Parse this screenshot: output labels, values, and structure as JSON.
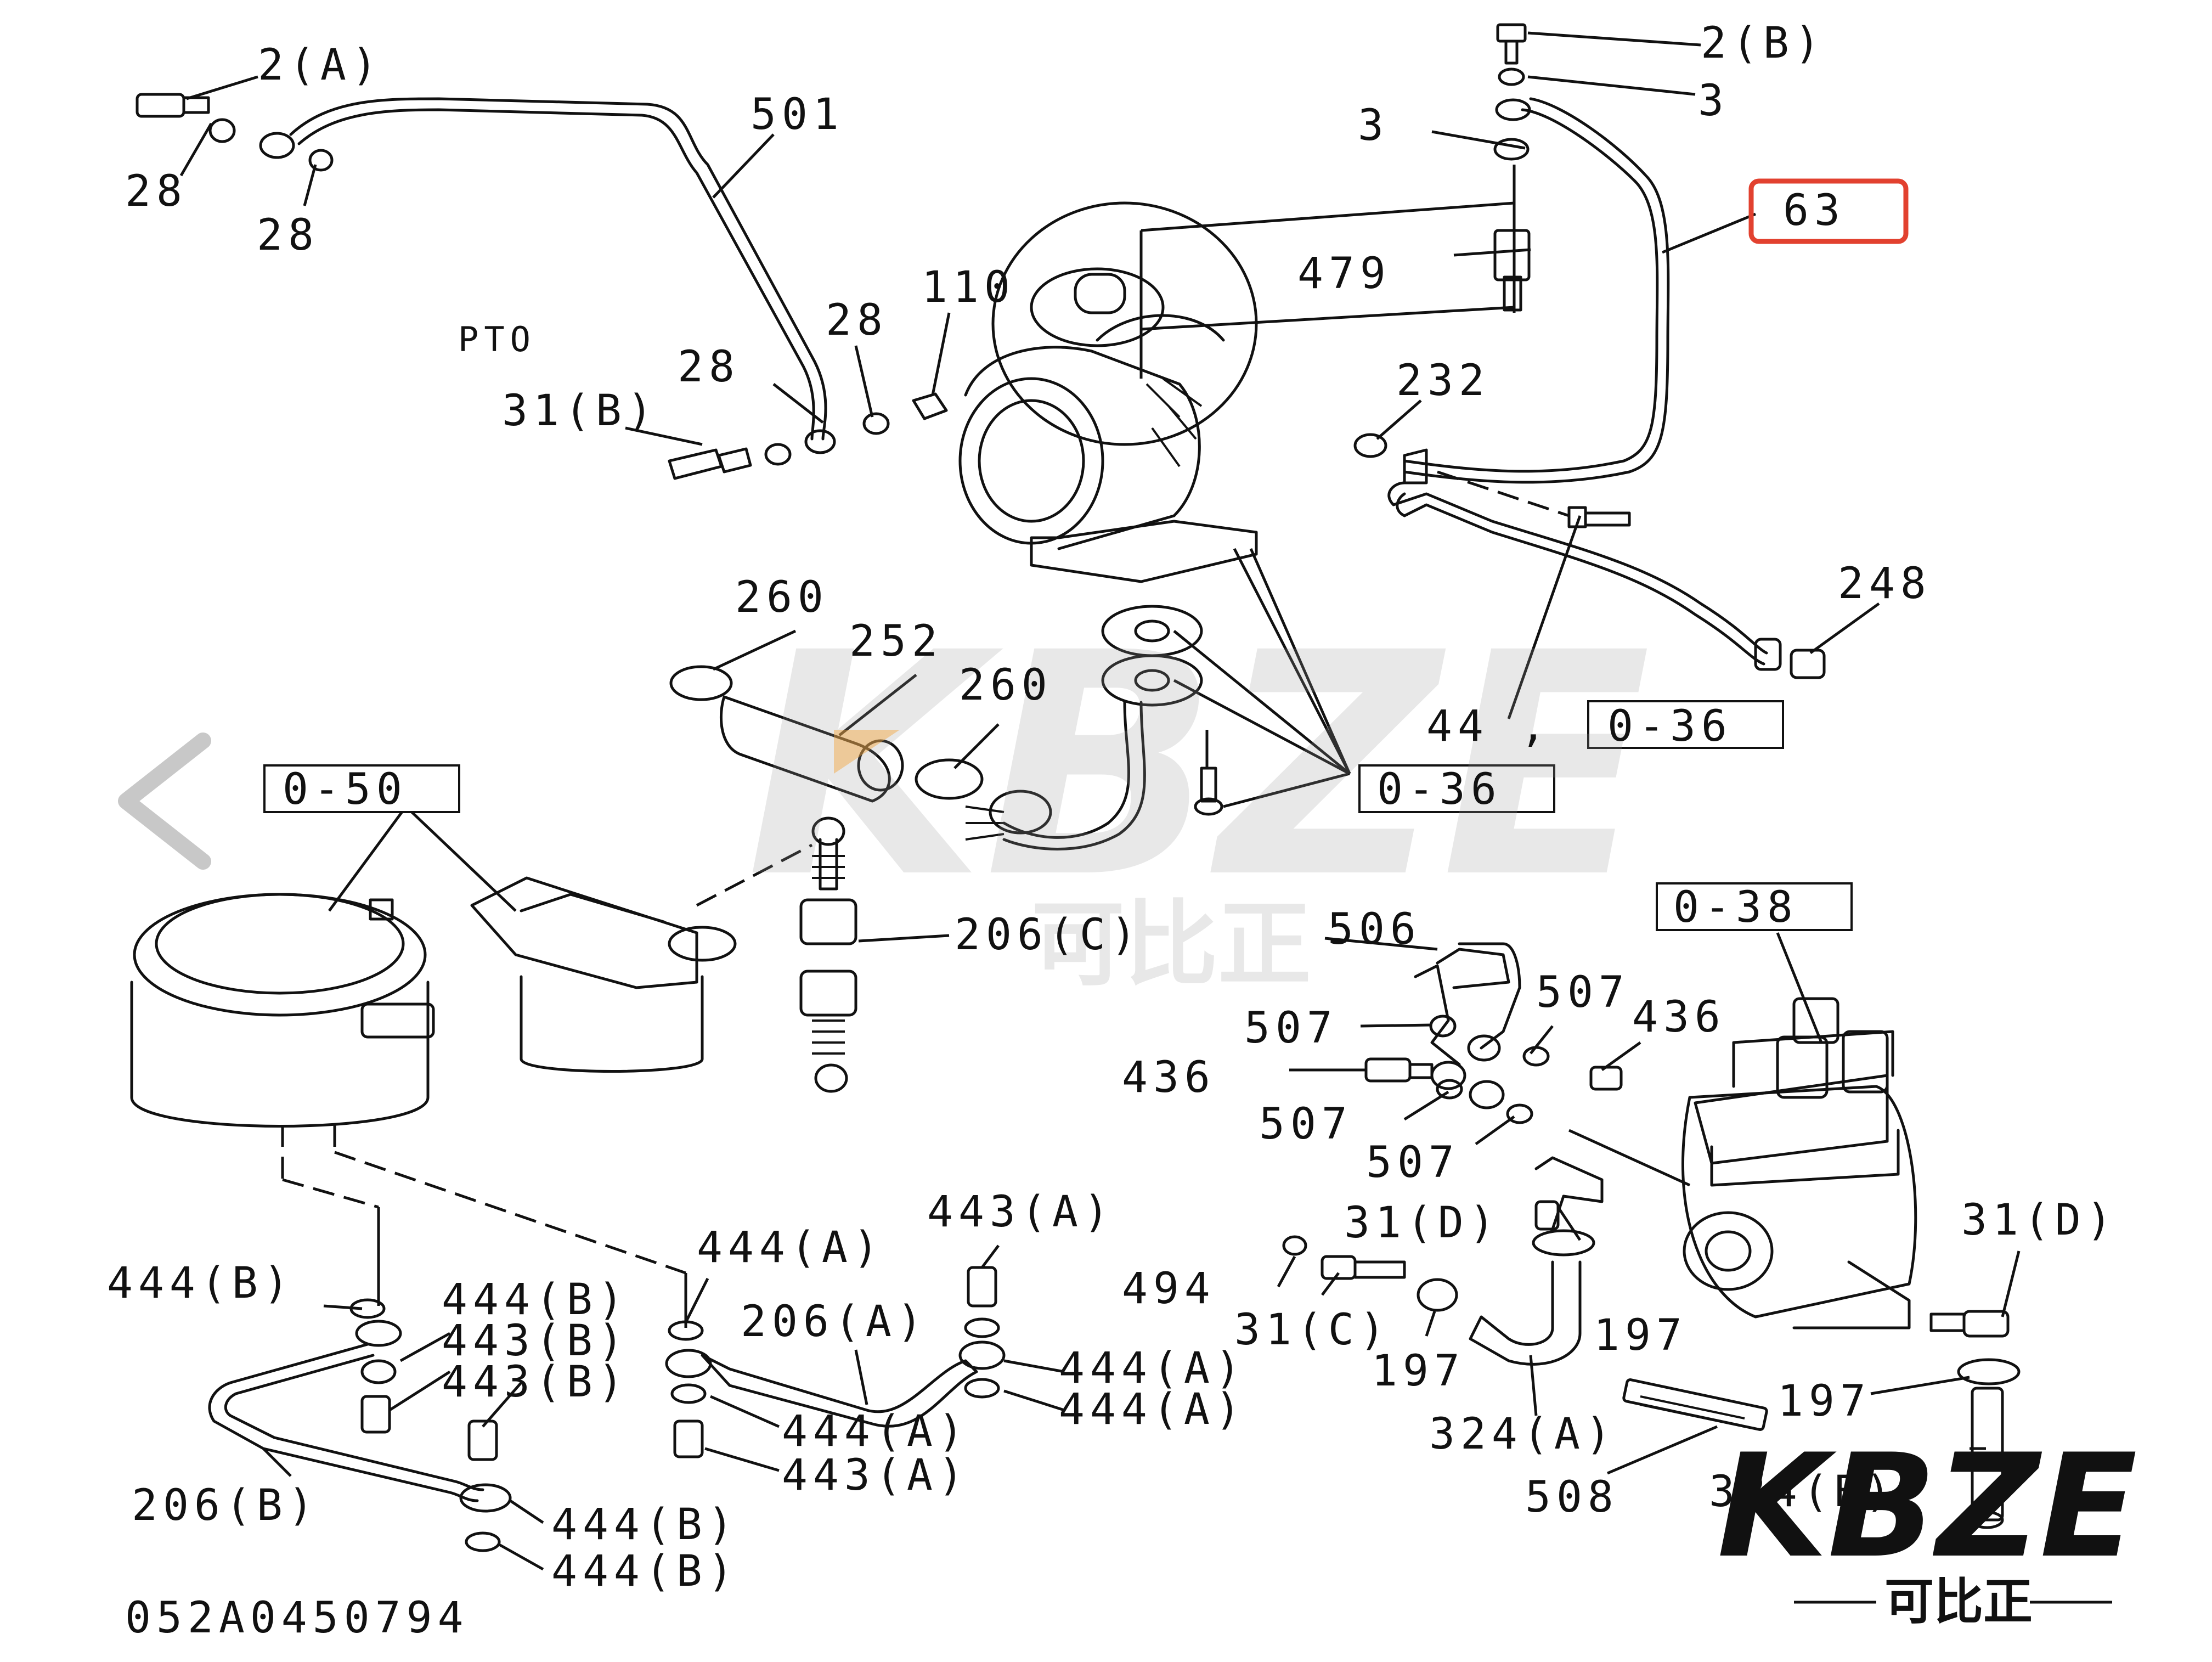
{
  "diagram_id": "052A0450794",
  "annotation_color": "#e2412f",
  "nav": {
    "icon": "chevron-left-icon"
  },
  "watermark": {
    "brand": "KBZE",
    "chinese": "可比正"
  },
  "logo": {
    "brand": "KBZE",
    "chinese": "可比正"
  },
  "labels": {
    "p2a": "2(A)",
    "p28a": "28",
    "p28b": "28",
    "p501": "501",
    "p2b": "2(B)",
    "p3a": "3",
    "p3b": "3",
    "p63": "63",
    "p479": "479",
    "p110": "110",
    "p28c": "28",
    "pto": "PTO",
    "p28d": "28",
    "p31b": "31(B)",
    "p232": "232",
    "p248": "248",
    "p260a": "260",
    "p252": "252",
    "p260b": "260",
    "p44": "44 ,",
    "ref036a": "0-36",
    "ref036b": "0-36",
    "ref050": "0-50",
    "p206c": "206(C)",
    "p506": "506",
    "ref038": "0-38",
    "p507a": "507",
    "p507b": "507",
    "p507c": "507",
    "p507d": "507",
    "p436a": "436",
    "p436b": "436",
    "p31d1": "31(D)",
    "p31d2": "31(D)",
    "p494": "494",
    "p31c": "31(C)",
    "p197a": "197",
    "p197b": "197",
    "p197c": "197",
    "p324a": "324(A)",
    "p324b": "324(B)",
    "p508": "508",
    "p444b1": "444(B)",
    "p444b2": "444(B)",
    "p444b3": "444(B)",
    "p444b4": "444(B)",
    "p443b1": "443(B)",
    "p443b2": "443(B)",
    "p206b": "206(B)",
    "p444a1": "444(A)",
    "p443a1": "443(A)",
    "p206a": "206(A)",
    "p444a2": "444(A)",
    "p444a3": "444(A)",
    "p444a4": "444(A)",
    "p443a2": "443(A)"
  }
}
